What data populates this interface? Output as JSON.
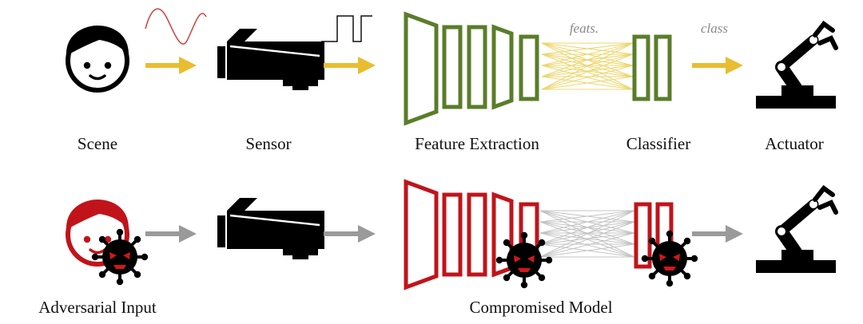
{
  "pipeline": {
    "scene_label": "Scene",
    "sensor_label": "Sensor",
    "feature_extraction_label": "Feature Extraction",
    "classifier_label": "Classifier",
    "actuator_label": "Actuator",
    "feats_annotation": "feats.",
    "class_annotation": "class"
  },
  "attack": {
    "adversarial_input_label": "Adversarial Input",
    "compromised_model_label": "Compromised Model"
  },
  "colors": {
    "benign": "#5a7d2a",
    "compromised": "#c0141a",
    "flow_arrow": "#e8bd30",
    "attack_arrow": "#9a9a9a",
    "wave": "#d04040",
    "ink": "#000000",
    "connection_top": "#ecd76e",
    "connection_bottom": "#c4c4c4"
  },
  "icons": {
    "scene": "face-icon",
    "adversarial_scene": "red-face-icon",
    "sensor": "camera-icon",
    "actuator": "robot-arm-icon",
    "malware": "virus-icon",
    "analog_signal": "sine-wave-icon",
    "digital_signal": "square-wave-icon"
  }
}
